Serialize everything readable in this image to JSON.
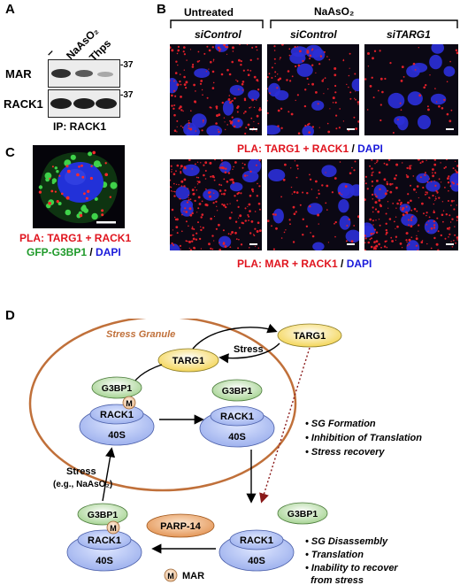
{
  "panel_letters": {
    "a": "A",
    "b": "B",
    "c": "C",
    "d": "D"
  },
  "panel_a": {
    "lanes": [
      "–",
      "NaAsO₂",
      "Thps"
    ],
    "rows": [
      {
        "label": "MAR",
        "mw": "-37"
      },
      {
        "label": "RACK1",
        "mw": "-37"
      }
    ],
    "ip_label": "IP: RACK1"
  },
  "panel_b": {
    "group_untreated": "Untreated",
    "group_naaso2": "NaAsO₂",
    "col_labels": [
      "siControl",
      "siControl",
      "siTARG1"
    ],
    "caption_top": {
      "pla": "PLA: TARG1 + RACK1",
      "sep": " / ",
      "dapi": "DAPI"
    },
    "caption_bottom": {
      "pla": "PLA: MAR + RACK1",
      "sep": " / ",
      "dapi": "DAPI"
    }
  },
  "panel_c": {
    "caption_line1": "PLA: TARG1 + RACK1",
    "caption_line2": {
      "gfp": "GFP-G3BP1",
      "sep": " / ",
      "dapi": "DAPI"
    }
  },
  "panel_d": {
    "stress_granule_label": "Stress Granule",
    "targ1": "TARG1",
    "g3bp1": "G3BP1",
    "rack1": "RACK1",
    "ribo40s": "40S",
    "parp14": "PARP-14",
    "m_badge": "M",
    "stress": "Stress",
    "stress_example": "(e.g., NaAsO₂)",
    "mar_legend": "MAR",
    "outcomes_upper": [
      "• SG Formation",
      "• Inhibition of Translation",
      "• Stress recovery"
    ],
    "outcomes_lower": [
      "• SG Disassembly",
      "• Translation",
      "• Inability to recover",
      "  from stress"
    ]
  },
  "colors": {
    "red": "#e0141e",
    "blue": "#1a1adb",
    "green": "#1f9a2a",
    "granule": "#c0703a"
  }
}
